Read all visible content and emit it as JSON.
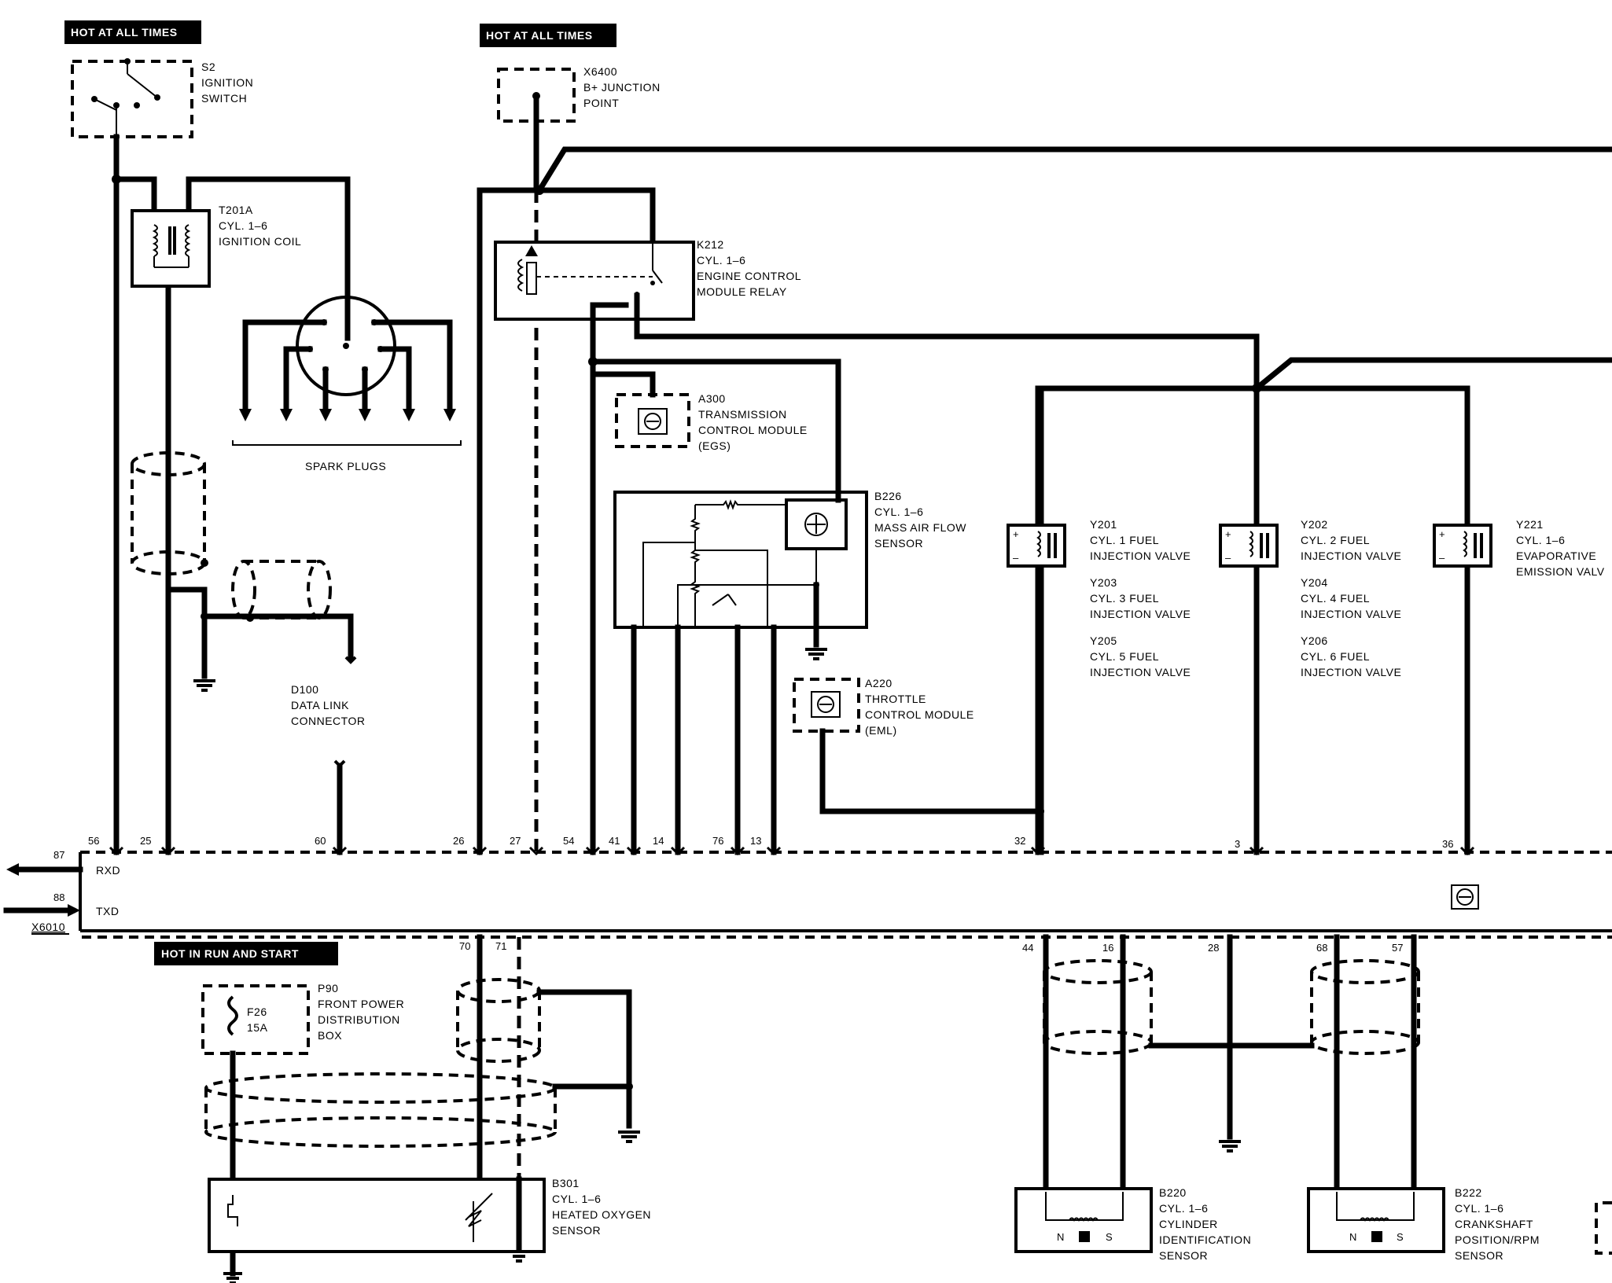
{
  "hot_tags": {
    "left": "HOT AT ALL TIMES",
    "center": "HOT AT ALL TIMES",
    "run_start": "HOT IN RUN AND START"
  },
  "components": {
    "s2": [
      "S2",
      "IGNITION",
      "SWITCH"
    ],
    "x6400": [
      "X6400",
      "B+ JUNCTION",
      "POINT"
    ],
    "t201a": [
      "T201A",
      "CYL. 1–6",
      "IGNITION COIL"
    ],
    "k212": [
      "K212",
      "CYL. 1–6",
      "ENGINE CONTROL",
      "MODULE RELAY"
    ],
    "spark_plugs": "SPARK PLUGS",
    "a300": [
      "A300",
      "TRANSMISSION",
      "CONTROL MODULE",
      "(EGS)"
    ],
    "b226": [
      "B226",
      "CYL. 1–6",
      "MASS AIR FLOW",
      "SENSOR"
    ],
    "d100": [
      "D100",
      "DATA LINK",
      "CONNECTOR"
    ],
    "a220": [
      "A220",
      "THROTTLE",
      "CONTROL MODULE",
      "(EML)"
    ],
    "y201": [
      "Y201",
      "CYL. 1 FUEL",
      "INJECTION VALVE"
    ],
    "y203": [
      "Y203",
      "CYL. 3 FUEL",
      "INJECTION VALVE"
    ],
    "y205": [
      "Y205",
      "CYL. 5 FUEL",
      "INJECTION VALVE"
    ],
    "y202": [
      "Y202",
      "CYL. 2 FUEL",
      "INJECTION VALVE"
    ],
    "y204": [
      "Y204",
      "CYL. 4 FUEL",
      "INJECTION VALVE"
    ],
    "y206": [
      "Y206",
      "CYL. 6 FUEL",
      "INJECTION VALVE"
    ],
    "y221": [
      "Y221",
      "CYL. 1–6",
      "EVAPORATIVE",
      "EMISSION VALV"
    ],
    "p90": [
      "P90",
      "FRONT POWER",
      "DISTRIBUTION",
      "BOX"
    ],
    "f26": [
      "F26",
      "15A"
    ],
    "b301": [
      "B301",
      "CYL. 1–6",
      "HEATED OXYGEN",
      "SENSOR"
    ],
    "b220": [
      "B220",
      "CYL. 1–6",
      "CYLINDER",
      "IDENTIFICATION",
      "SENSOR"
    ],
    "b222": [
      "B222",
      "CYL. 1–6",
      "CRANKSHAFT",
      "POSITION/RPM",
      "SENSOR"
    ]
  },
  "ecm": {
    "connector": "X6010",
    "rxd": "RXD",
    "txd": "TXD",
    "pin_rxd": "87",
    "pin_txd": "88",
    "top_pins": [
      "56",
      "25",
      "60",
      "26",
      "27",
      "54",
      "41",
      "14",
      "76",
      "13",
      "32",
      "3",
      "36"
    ],
    "bottom_pins": [
      "70",
      "71",
      "44",
      "16",
      "28",
      "68",
      "57"
    ]
  },
  "sensor_poles": {
    "n": "N",
    "s": "S"
  }
}
